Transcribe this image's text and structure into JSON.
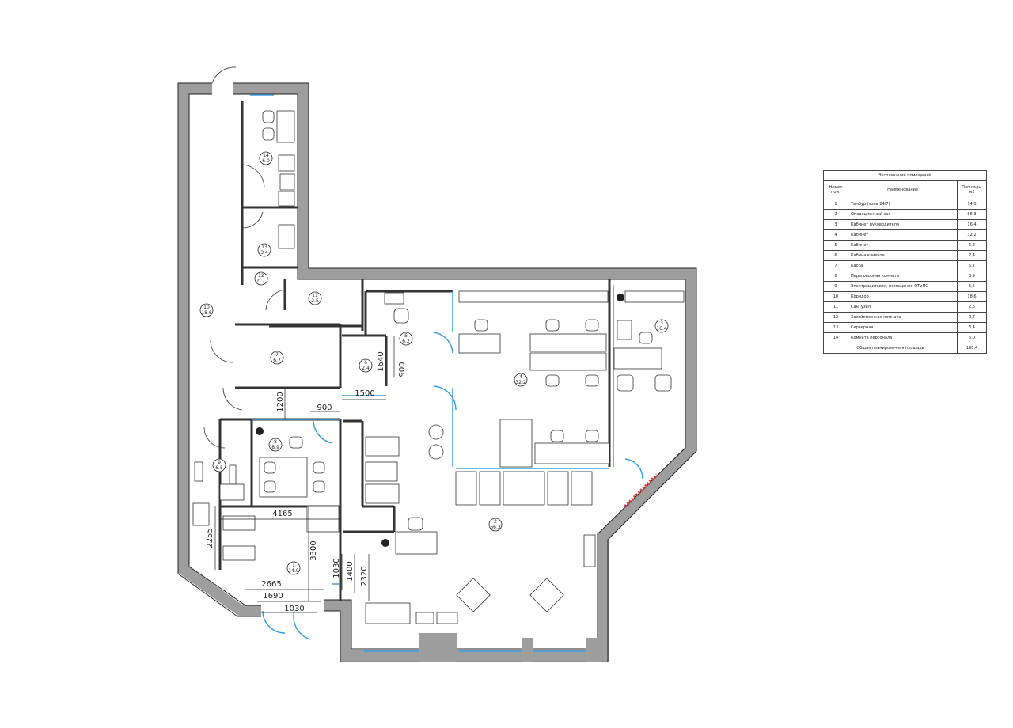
{
  "legend": {
    "title": "Экспликация помещений",
    "col_number": "Номер пом.",
    "col_name": "Наименование",
    "col_area": "Площадь, м2",
    "total_label": "Общая планировочная площадь",
    "total_value": "190,4"
  },
  "rooms": {
    "1": {
      "number": "1",
      "name": "Тамбур (зона 24/7)",
      "area": "14,0",
      "plan": "14.0"
    },
    "2": {
      "number": "2",
      "name": "Операционный зал",
      "area": "66,3",
      "plan": "66.3"
    },
    "3": {
      "number": "3",
      "name": "Кабинет руководителя",
      "area": "16,4",
      "plan": "16.4"
    },
    "4": {
      "number": "4",
      "name": "Кабинет",
      "area": "32,2",
      "plan": "32.2"
    },
    "5": {
      "number": "5",
      "name": "Кабинет",
      "area": "6,2",
      "plan": "6.2"
    },
    "6": {
      "number": "6",
      "name": "Кабина клиента",
      "area": "2,4",
      "plan": "2.4"
    },
    "7": {
      "number": "7",
      "name": "Касса",
      "area": "6,7",
      "plan": "6.7"
    },
    "8": {
      "number": "8",
      "name": "Переговорная комната",
      "area": "8,9",
      "plan": "8.9"
    },
    "9": {
      "number": "9",
      "name": "Электрощитовая, помещение ОТиПС",
      "area": "6,5",
      "plan": "6.5"
    },
    "10": {
      "number": "10",
      "name": "Коридор",
      "area": "18,6",
      "plan": "18.6"
    },
    "11": {
      "number": "11",
      "name": "Сан. узел",
      "area": "2,5",
      "plan": "2.5"
    },
    "12": {
      "number": "12",
      "name": "Хозяйственная комната",
      "area": "0,7",
      "plan": "0.7"
    },
    "13": {
      "number": "13",
      "name": "Серверная",
      "area": "3,4",
      "plan": "3.4"
    },
    "14": {
      "number": "14",
      "name": "Комната персонала",
      "area": "6,0",
      "plan": "6.0"
    }
  },
  "dimensions": {
    "d1640": "1640",
    "d900a": "900",
    "d1500": "1500",
    "d1200": "1200",
    "d900b": "900",
    "d4165": "4165",
    "d2255": "2255",
    "d3300": "3300",
    "d1030a": "1030",
    "d1400": "1400",
    "d2320": "2320",
    "d2665": "2665",
    "d1690": "1690",
    "d1030b": "1030"
  },
  "colors": {
    "wall": "#9e9e9e",
    "window": "#3b9ee0",
    "line": "#222222"
  }
}
